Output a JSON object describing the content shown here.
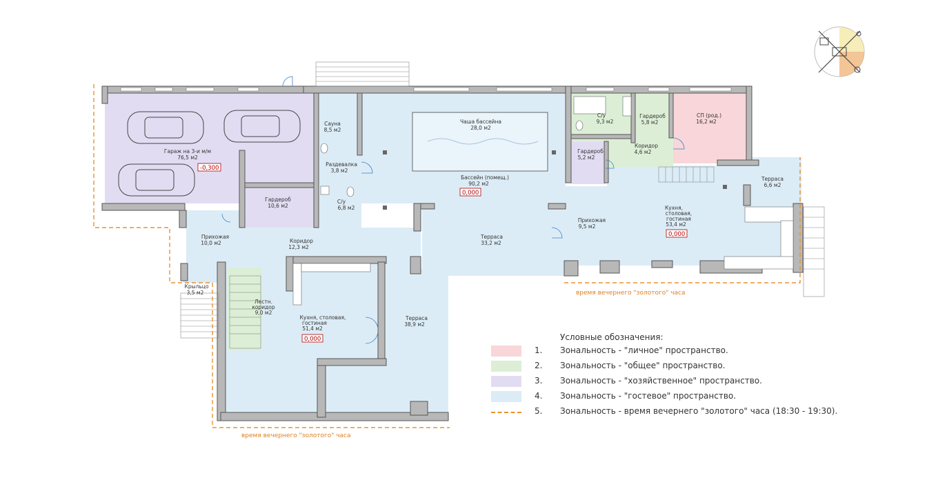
{
  "colors": {
    "private": "#f8d6d9",
    "common": "#dcefd6",
    "utility": "#e2dcf2",
    "guest": "#dcecf6",
    "golden": "#e8922e",
    "wall": "#b8b8b8"
  },
  "rooms": {
    "garage": {
      "name": "Гараж на 3-и м/м",
      "area": "76,5 м2"
    },
    "sauna": {
      "name": "Сауна",
      "area": "8,5 м2"
    },
    "changing": {
      "name": "Раздевалка",
      "area": "3,8 м2"
    },
    "wardrobe_left": {
      "name": "Гардероб",
      "area": "10,6 м2"
    },
    "wc_left": {
      "name": "С/у",
      "area": "6,8 м2"
    },
    "hall_left": {
      "name": "Прихожая",
      "area": "10,0 м2"
    },
    "corridor_left": {
      "name": "Коридор",
      "area": "12,3 м2"
    },
    "porch": {
      "name": "Крыльцо",
      "area": "3,5 м2"
    },
    "stair_corridor": {
      "name1": "Лестн.",
      "name2": "коридор",
      "area": "9,0 м2"
    },
    "kitchen_left": {
      "name1": "Кухня, столовая,",
      "name2": "гостиная",
      "area": "51,4 м2"
    },
    "terrace_bottom": {
      "name": "Терраса",
      "area": "38,9 м2"
    },
    "pool_bowl": {
      "name": "Чаша бассейна",
      "area": "28,0 м2"
    },
    "pool_room": {
      "name": "Бассейн (помещ.)",
      "area": "90,2 м2"
    },
    "terrace_mid": {
      "name": "Терраса",
      "area": "33,2 м2"
    },
    "wc_right": {
      "name": "С/у",
      "area": "9,3 м2"
    },
    "wardrobe_right_top": {
      "name": "Гардероб",
      "area": "5,8 м2"
    },
    "bedroom": {
      "name": "СП (род.)",
      "area": "16,2 м2"
    },
    "corridor_right": {
      "name": "Коридор",
      "area": "4,6 м2"
    },
    "wardrobe_right": {
      "name": "Гардероб",
      "area": "5,2 м2"
    },
    "hall_right": {
      "name": "Прихожая",
      "area": "9,5 м2"
    },
    "kitchen_right": {
      "name1": "Кухня,",
      "name2": "столовая,",
      "name3": "гостиная",
      "area": "53,4 м2"
    },
    "terrace_right": {
      "name": "Терраса",
      "area": "6,6 м2"
    }
  },
  "levels": {
    "garage": "-0,300",
    "pool": "0,000",
    "kitchen_left": "0,000",
    "kitchen_right": "0,000"
  },
  "golden_hour_label": "время вечернего \"золотого\" часа",
  "legend": {
    "title": "Условные обозначения:",
    "items": [
      {
        "num": "1.",
        "text": "Зональность - \"личное\" пространство."
      },
      {
        "num": "2.",
        "text": "Зональность - \"общее\" пространство."
      },
      {
        "num": "3.",
        "text": "Зональность - \"хозяйственное\" пространство."
      },
      {
        "num": "4.",
        "text": "Зональность - \"гостевое\" пространство."
      },
      {
        "num": "5.",
        "text": "Зональность - время вечернего \"золотого\" часа (18:30 - 19:30)."
      }
    ]
  },
  "compass_icon": "sun-orientation-compass-icon"
}
